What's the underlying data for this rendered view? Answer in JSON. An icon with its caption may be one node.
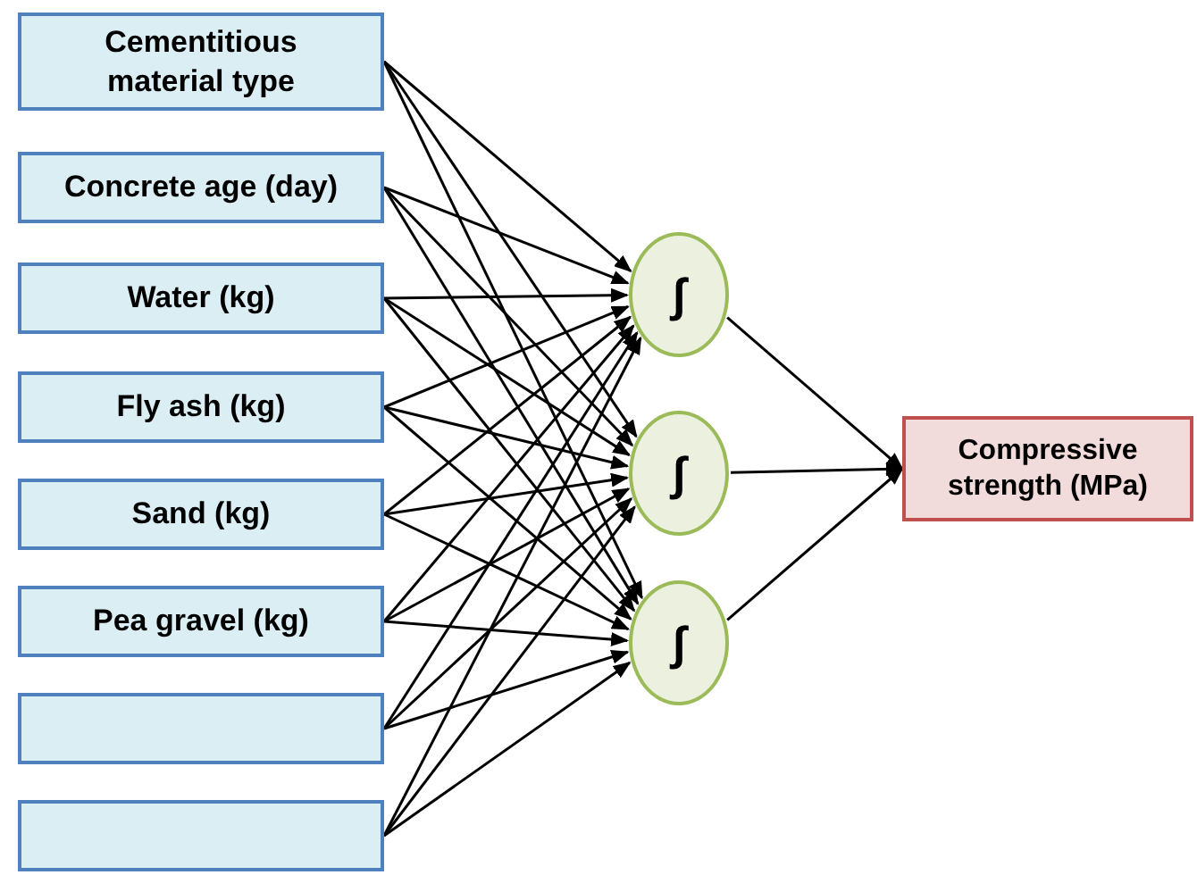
{
  "diagram": {
    "nodes": [
      {
        "text": [
          "Cementitious material type"
        ]
      },
      {
        "text": [
          "Concrete age (day)"
        ]
      },
      {
        "text": [
          "Water (kg)"
        ]
      },
      {
        "text": [
          "Fly ash  (kg)"
        ]
      },
      {
        "text": [
          "Sand  (kg)"
        ]
      },
      {
        "text": [
          "Pea gravel  (kg)"
        ]
      },
      {
        "text": [],
        "shape": "box"
      },
      {
        "text": [],
        "shape": "box"
      },
      {
        "text": [
          "∫"
        ]
      },
      {
        "text": [
          "∫"
        ]
      },
      {
        "text": [
          "∫"
        ]
      },
      {
        "text": [
          "Compressive strength (MPa)"
        ]
      }
    ],
    "edges": [
      {
        "from": 0,
        "to": 8,
        "arrow": "to"
      },
      {
        "from": 0,
        "to": 9,
        "arrow": "to"
      },
      {
        "from": 0,
        "to": 10,
        "arrow": "to"
      },
      {
        "from": 1,
        "to": 8,
        "arrow": "to"
      },
      {
        "from": 1,
        "to": 9,
        "arrow": "to"
      },
      {
        "from": 1,
        "to": 10,
        "arrow": "to"
      },
      {
        "from": 2,
        "to": 8,
        "arrow": "to"
      },
      {
        "from": 2,
        "to": 9,
        "arrow": "to"
      },
      {
        "from": 2,
        "to": 10,
        "arrow": "to"
      },
      {
        "from": 3,
        "to": 8,
        "arrow": "to"
      },
      {
        "from": 3,
        "to": 9,
        "arrow": "to"
      },
      {
        "from": 3,
        "to": 10,
        "arrow": "to"
      },
      {
        "from": 4,
        "to": 8,
        "arrow": "to"
      },
      {
        "from": 4,
        "to": 9,
        "arrow": "to"
      },
      {
        "from": 4,
        "to": 10,
        "arrow": "to"
      },
      {
        "from": 5,
        "to": 8,
        "arrow": "to"
      },
      {
        "from": 5,
        "to": 9,
        "arrow": "to"
      },
      {
        "from": 5,
        "to": 10,
        "arrow": "to"
      },
      {
        "from": 6,
        "to": 8,
        "arrow": "to"
      },
      {
        "from": 6,
        "to": 9,
        "arrow": "to"
      },
      {
        "from": 6,
        "to": 10,
        "arrow": "to"
      },
      {
        "from": 7,
        "to": 8,
        "arrow": "to"
      },
      {
        "from": 7,
        "to": 9,
        "arrow": "to"
      },
      {
        "from": 7,
        "to": 10,
        "arrow": "to"
      },
      {
        "from": 8,
        "to": 11,
        "arrow": "to"
      },
      {
        "from": 9,
        "to": 11,
        "arrow": "to"
      },
      {
        "from": 10,
        "to": 11,
        "arrow": "to"
      }
    ]
  }
}
